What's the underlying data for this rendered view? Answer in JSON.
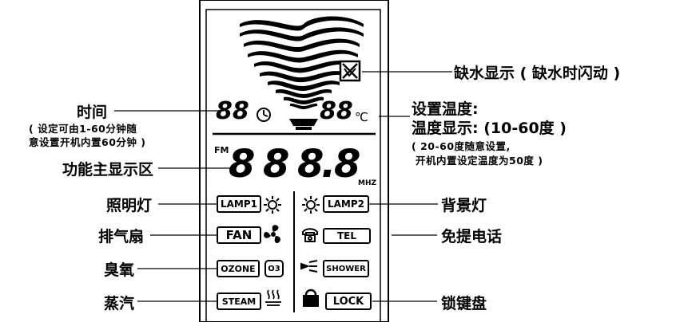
{
  "lcd": {
    "time_digits": "88",
    "temp_digits": "88",
    "temp_unit": "℃",
    "fm": "FM",
    "main_digits": [
      "8",
      "8",
      "8",
      ".",
      "8"
    ],
    "mhz": "MHZ",
    "lamp1": "LAMP1",
    "lamp2": "LAMP2",
    "fan": "FAN",
    "tel": "TEL",
    "ozone": "OZONE",
    "o3": "O3",
    "shower": "SHOWER",
    "steam": "STEAM",
    "lock": "LOCK"
  },
  "labels": {
    "left": {
      "time": "时间",
      "time_note_1": "( 设定可由1-60分钟随",
      "time_note_2": "意设置开机内置60分钟 )",
      "main_display": "功能主显示区",
      "lighting": "照明灯",
      "fan": "排气扇",
      "ozone": "臭氧",
      "steam": "蒸汽"
    },
    "right": {
      "water_shortage": "缺水显示 ( 缺水时闪动 )",
      "temp_set": "设置温度:",
      "temp_display": "温度显示: (10-60度 )",
      "temp_note_1": "( 20-60度随意设置,",
      "temp_note_2": "开机内置设定温度为50度 )",
      "background_light": "背景灯",
      "handsfree_phone": "免提电话",
      "keyboard_lock": "锁键盘"
    }
  },
  "icons": [
    "water-wave-icon",
    "no-water-icon",
    "clock-icon",
    "thermometer-cup-icon",
    "sun-icon",
    "fan-icon",
    "telephone-icon",
    "shower-icon",
    "steam-icon",
    "lock-icon"
  ]
}
